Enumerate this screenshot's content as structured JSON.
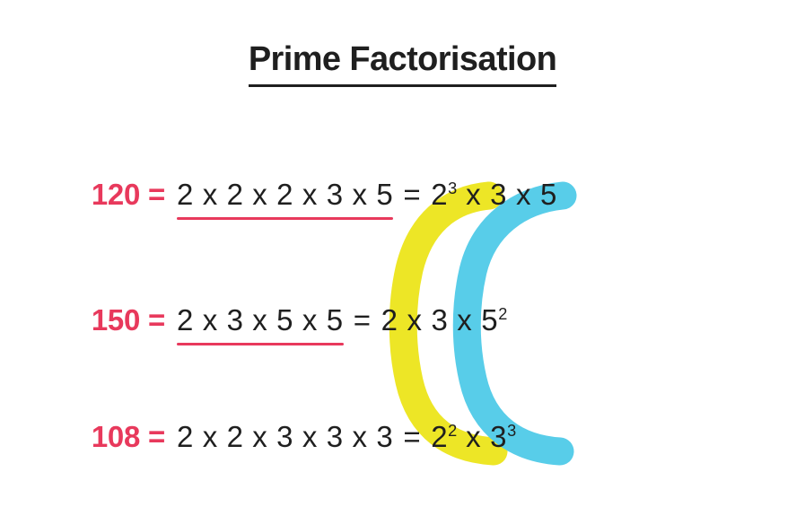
{
  "title": {
    "text": "Prime Factorisation"
  },
  "colors": {
    "number_red": "#e8395c",
    "text_black": "#1f1f1f",
    "highlight_yellow": "#ede626",
    "highlight_cyan": "#58cde9",
    "background": "#ffffff"
  },
  "equations": [
    {
      "number": "120",
      "equals_1": "=",
      "expansion": "2 x 2 x 2 x 3 x 5",
      "expansion_underlined": true,
      "equals_2": "=",
      "power_form": "2³ x 3 x 5",
      "power_terms": [
        {
          "base": "2",
          "exponent": "3",
          "highlight": "yellow"
        },
        {
          "base": "3",
          "exponent": "",
          "highlight": "cyan"
        },
        {
          "base": "5",
          "exponent": "",
          "highlight": "none"
        }
      ]
    },
    {
      "number": "150",
      "equals_1": "=",
      "expansion": "2 x 3 x 5 x 5",
      "expansion_underlined": true,
      "equals_2": "=",
      "power_form": "2 x 3 x 5²",
      "power_terms": [
        {
          "base": "2",
          "exponent": "",
          "highlight": "yellow"
        },
        {
          "base": "3",
          "exponent": "",
          "highlight": "cyan"
        },
        {
          "base": "5",
          "exponent": "2",
          "highlight": "none"
        }
      ]
    },
    {
      "number": "108",
      "equals_1": "=",
      "expansion": "2 x 2 x 3 x 3 x 3",
      "expansion_underlined": false,
      "equals_2": "=",
      "power_form": "2² x 3³",
      "power_terms": [
        {
          "base": "2",
          "exponent": "2",
          "highlight": "yellow"
        },
        {
          "base": "3",
          "exponent": "3",
          "highlight": "cyan"
        }
      ]
    }
  ],
  "brush_strokes": [
    {
      "name": "yellow-base2-bracket",
      "color": "#ede626",
      "groups": "base-2 terms across 120, 150, 108"
    },
    {
      "name": "cyan-base3-bracket",
      "color": "#58cde9",
      "groups": "base-3 terms across 120, 150, 108"
    }
  ],
  "operator_symbol": "x"
}
